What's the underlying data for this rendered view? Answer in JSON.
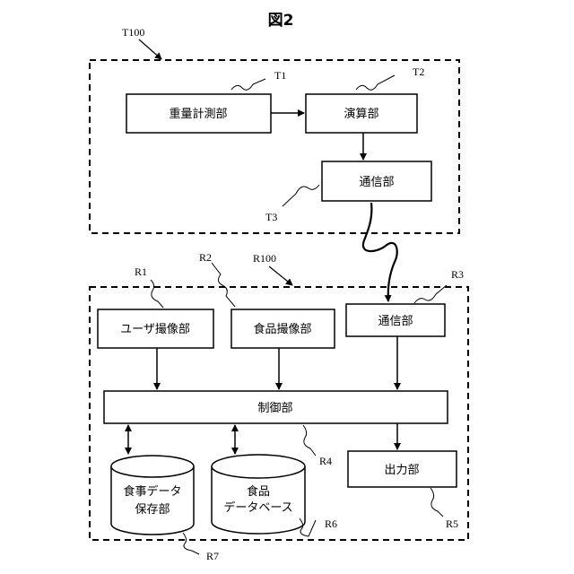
{
  "figure": {
    "title": "図2"
  },
  "groups": {
    "t100": {
      "ref": "T100"
    },
    "r100": {
      "ref": "R100"
    }
  },
  "blocks": {
    "weight_unit": {
      "label": "重量計測部",
      "ref": "T1"
    },
    "calc_unit": {
      "label": "演算部",
      "ref": "T2"
    },
    "t_comm_unit": {
      "label": "通信部",
      "ref": "T3"
    },
    "user_camera": {
      "label": "ユーザ撮像部",
      "ref": "R1"
    },
    "food_camera": {
      "label": "食品撮像部",
      "ref": "R2"
    },
    "r_comm_unit": {
      "label": "通信部",
      "ref": "R3"
    },
    "control_unit": {
      "label": "制御部",
      "ref": "R4"
    },
    "output_unit": {
      "label": "出力部",
      "ref": "R5"
    },
    "food_db": {
      "label_line1": "食品",
      "label_line2": "データベース",
      "ref": "R6"
    },
    "meal_storage": {
      "label_line1": "食事データ",
      "label_line2": "保存部",
      "ref": "R7"
    }
  }
}
